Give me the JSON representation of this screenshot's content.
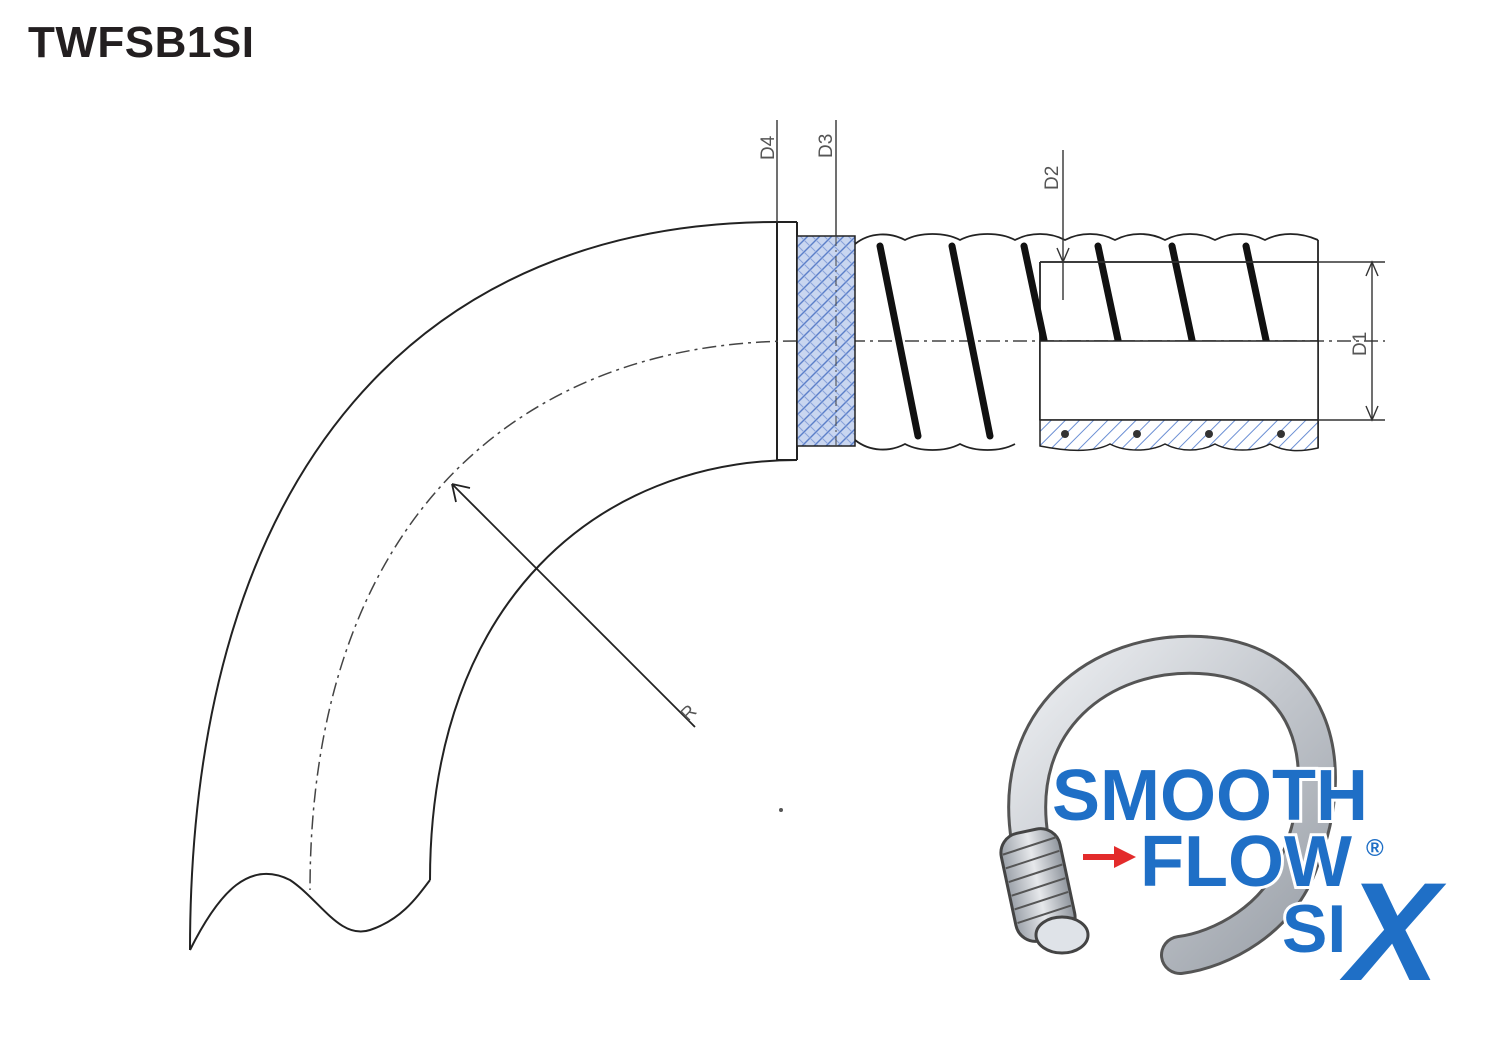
{
  "title": "TWFSB1SI",
  "dimensions": {
    "d1": "D1",
    "d2": "D2",
    "d3": "D3",
    "d4": "D4",
    "r": "R"
  },
  "logo": {
    "line1": "SMOOTH",
    "line2": "FLOW",
    "registered": "®",
    "line3": "SI",
    "x_mark": "X",
    "arrow_color": "#e32b2b",
    "text_color": "#1f6fc6"
  },
  "colors": {
    "outline": "#222222",
    "braid_fill": "#b7c8ea",
    "hatch": "#5b7fc9"
  }
}
